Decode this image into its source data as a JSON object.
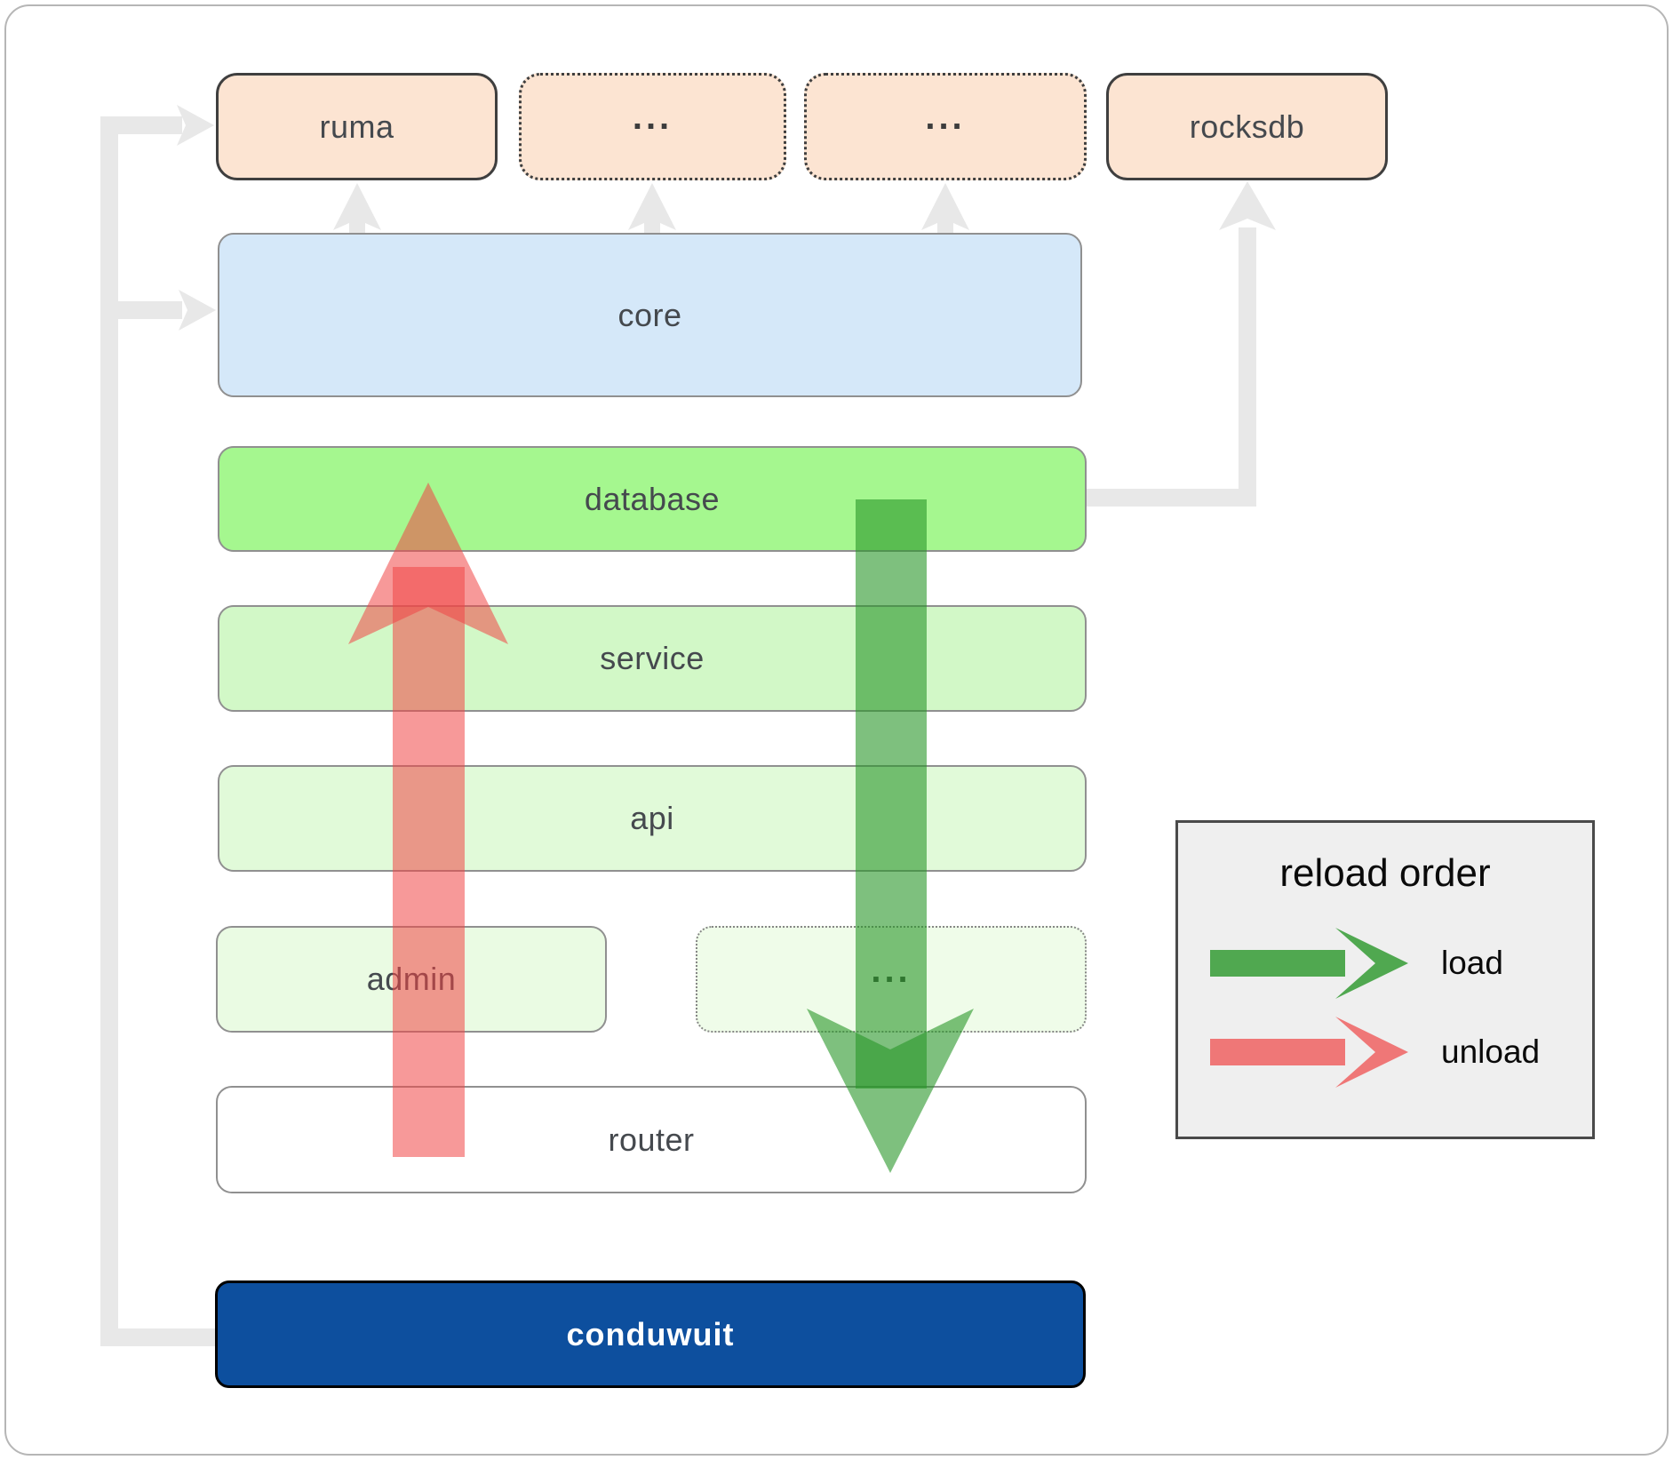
{
  "boxes": {
    "ruma": {
      "label": "ruma"
    },
    "ext_top_1": {
      "label": "..."
    },
    "ext_top_2": {
      "label": "..."
    },
    "rocksdb": {
      "label": "rocksdb"
    },
    "core": {
      "label": "core"
    },
    "database": {
      "label": "database"
    },
    "service": {
      "label": "service"
    },
    "api": {
      "label": "api"
    },
    "admin": {
      "label": "admin"
    },
    "ext_mid": {
      "label": "..."
    },
    "router": {
      "label": "router"
    },
    "conduwuit": {
      "label": "conduwuit"
    }
  },
  "legend": {
    "title": "reload order",
    "load_label": "load",
    "unload_label": "unload"
  },
  "colors": {
    "module_fill": "#fce4d2",
    "module_border": "#3f3f3f",
    "core_fill": "#d5e8f9",
    "database_fill": "#a5f78f",
    "service_fill": "#d2f8c7",
    "api_fill": "#e1fad9",
    "admin_fill": "#eafbe3",
    "router_fill": "#ffffff",
    "conduwuit_fill": "#0d4f9e",
    "conduwuit_text": "#ffffff",
    "connector_gray": "#e8e8e8",
    "load_green": "#289628",
    "unload_red": "#f04545",
    "legend_bg": "#efefef",
    "label_color": "#45494e"
  }
}
